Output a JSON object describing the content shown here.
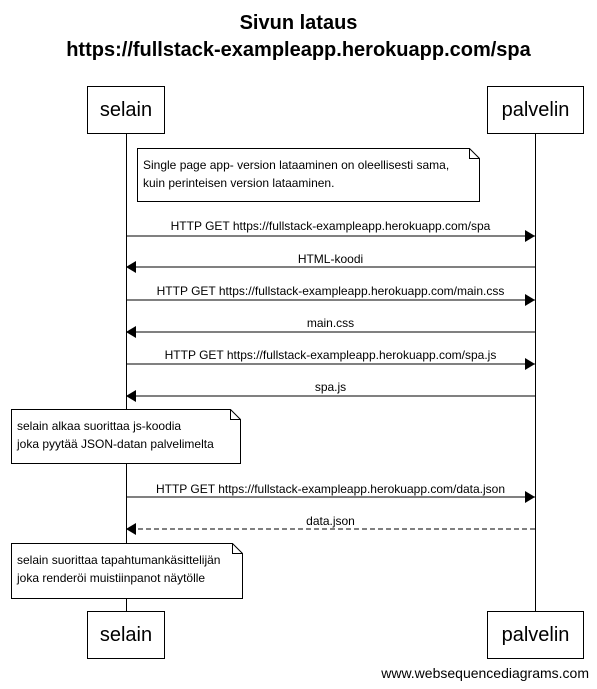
{
  "title": {
    "line1": "Sivun lataus",
    "line2": "https://fullstack-exampleapp.herokuapp.com/spa"
  },
  "actors": {
    "browser": "selain",
    "server": "palvelin"
  },
  "notes": {
    "note1": [
      "Single page app- version lataaminen on oleellisesti sama,",
      "kuin perinteisen version lataaminen."
    ],
    "note2": [
      "selain alkaa suorittaa js-koodia",
      "joka pyytää JSON-datan palvelimelta"
    ],
    "note3": [
      "selain suorittaa tapahtumankäsittelijän",
      "joka renderöi muistiinpanot näytölle"
    ]
  },
  "messages": [
    {
      "label": "HTTP GET https://fullstack-exampleapp.herokuapp.com/spa",
      "direction": "right",
      "style": "solid"
    },
    {
      "label": "HTML-koodi",
      "direction": "left",
      "style": "solid"
    },
    {
      "label": "HTTP GET https://fullstack-exampleapp.herokuapp.com/main.css",
      "direction": "right",
      "style": "solid"
    },
    {
      "label": "main.css",
      "direction": "left",
      "style": "solid"
    },
    {
      "label": "HTTP GET https://fullstack-exampleapp.herokuapp.com/spa.js",
      "direction": "right",
      "style": "solid"
    },
    {
      "label": "spa.js",
      "direction": "left",
      "style": "solid"
    },
    {
      "label": "HTTP GET https://fullstack-exampleapp.herokuapp.com/data.json",
      "direction": "right",
      "style": "solid"
    },
    {
      "label": "data.json",
      "direction": "left",
      "style": "dashed"
    }
  ],
  "watermark": "www.websequencediagrams.com"
}
